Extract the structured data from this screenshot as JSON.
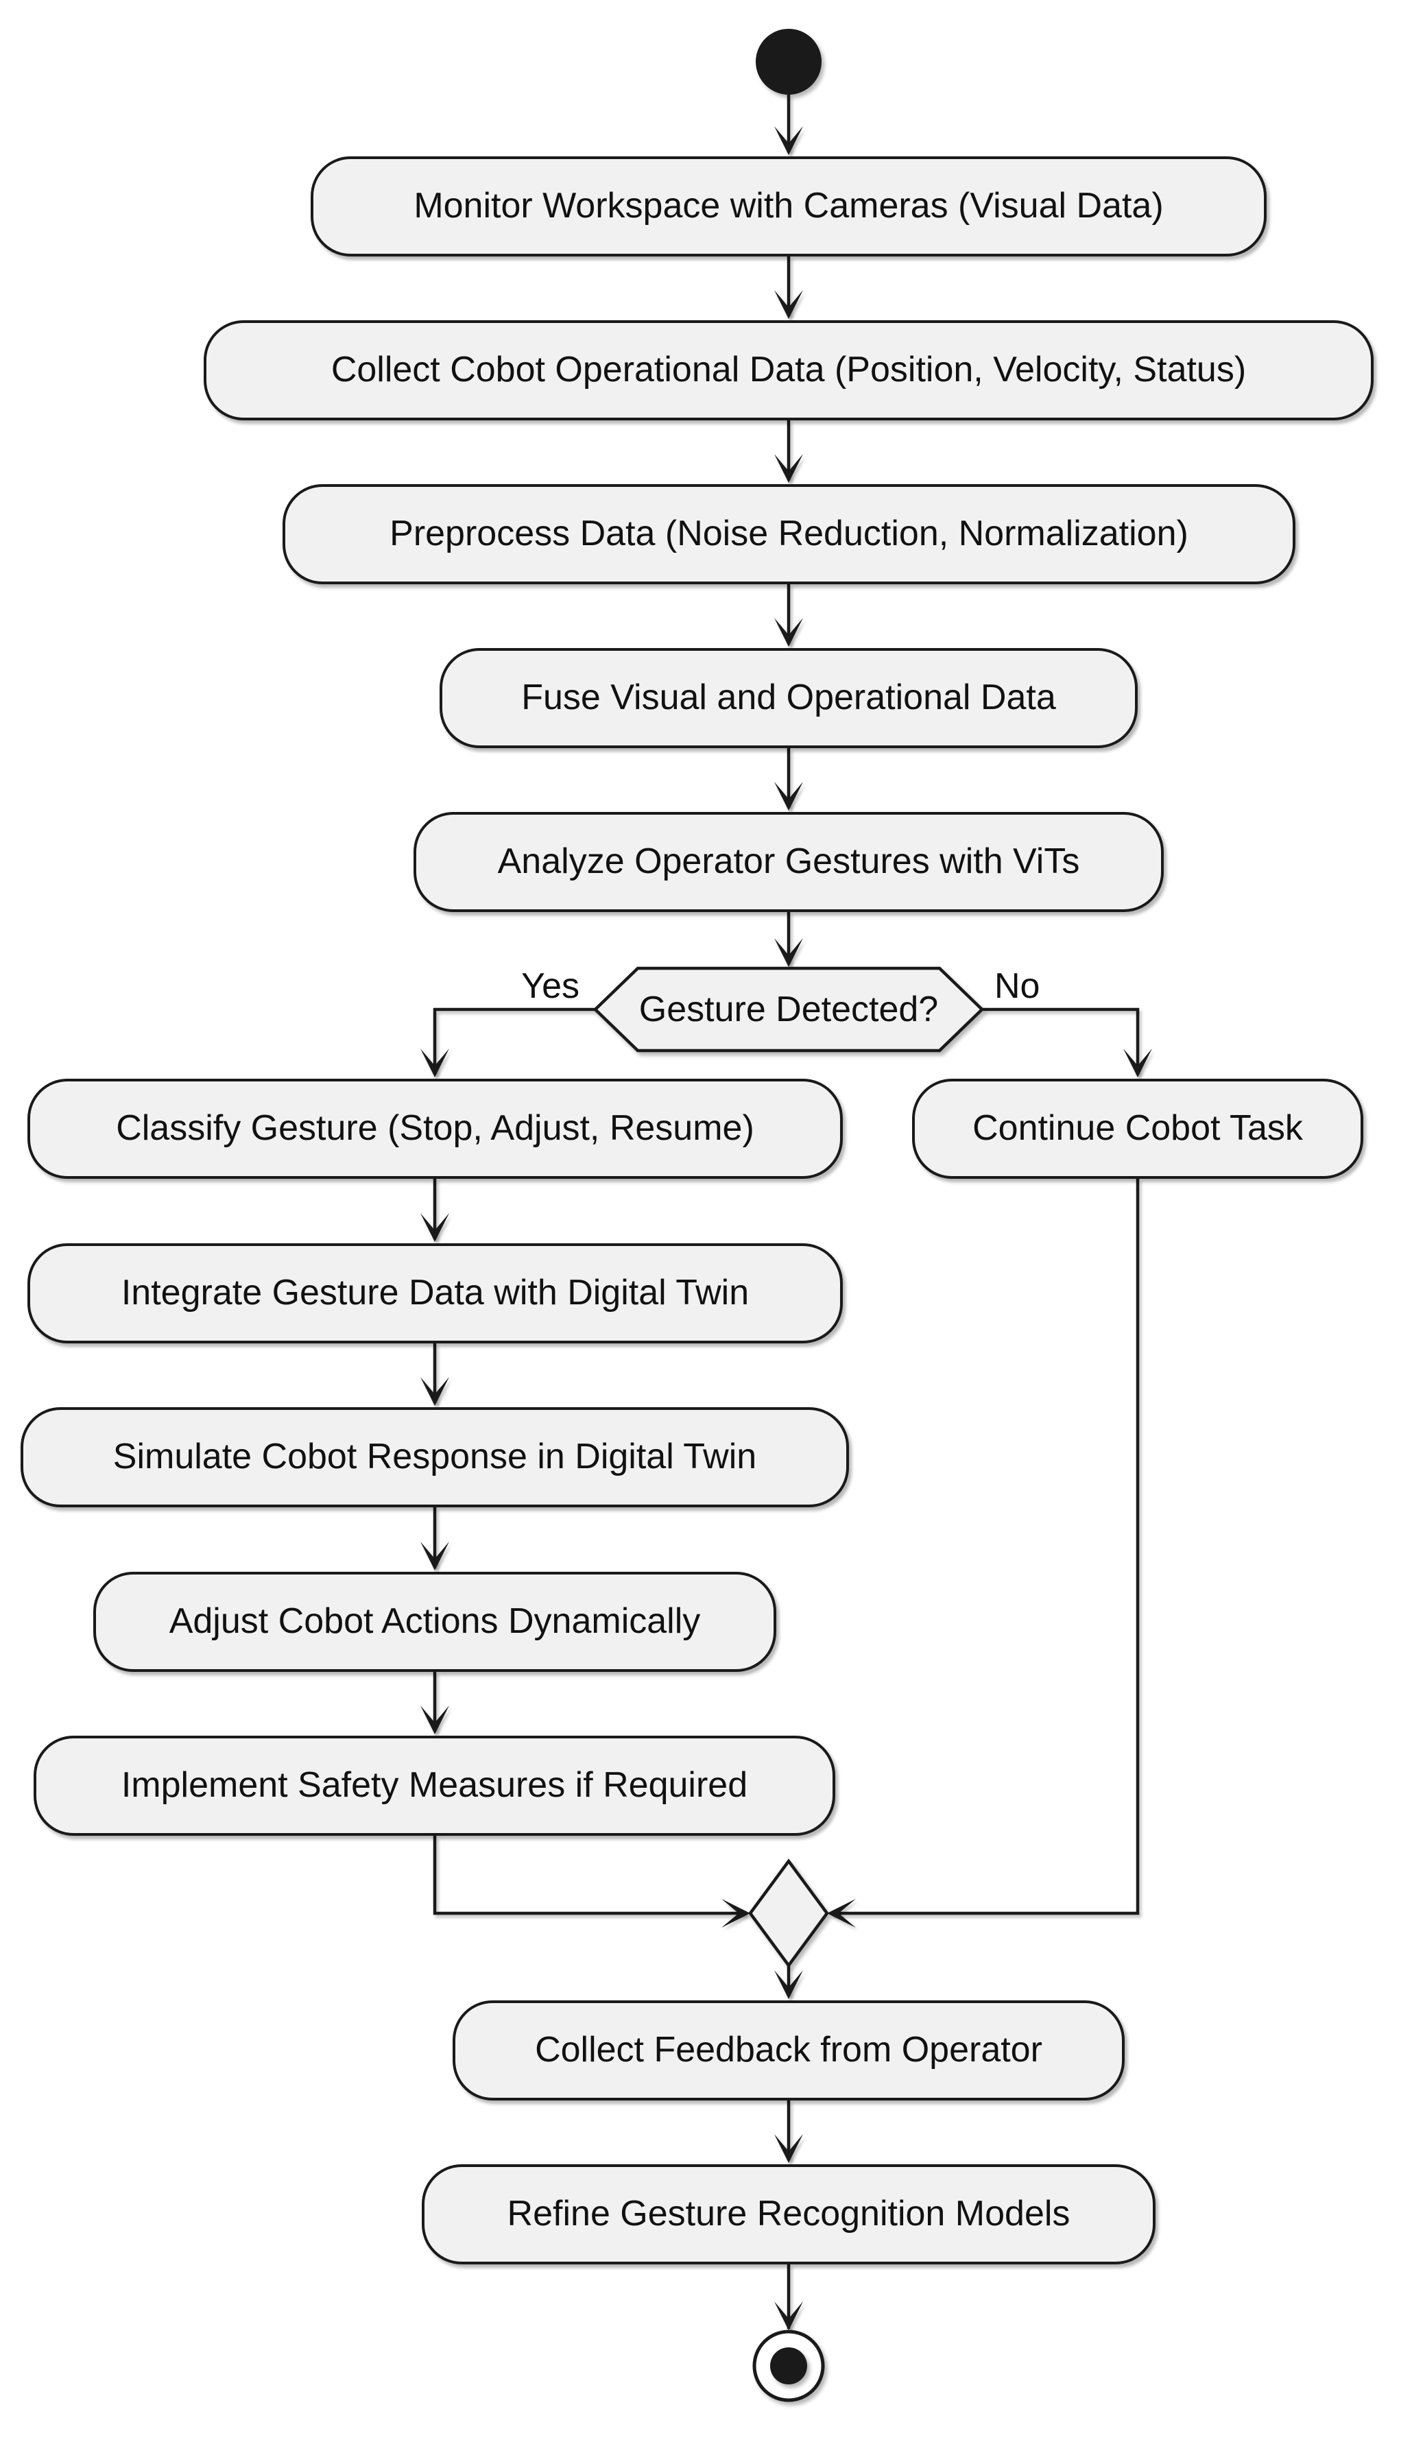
{
  "diagram_type": "activity-flowchart",
  "nodes": {
    "start": {
      "shape": "start-circle"
    },
    "monitor": {
      "label": "Monitor Workspace with Cameras (Visual Data)"
    },
    "collect": {
      "label": "Collect Cobot Operational Data (Position, Velocity, Status)"
    },
    "preprocess": {
      "label": "Preprocess Data (Noise Reduction, Normalization)"
    },
    "fuse": {
      "label": "Fuse Visual and Operational Data"
    },
    "analyze": {
      "label": "Analyze Operator Gestures with ViTs"
    },
    "decision": {
      "label": "Gesture Detected?",
      "shape": "hexagon"
    },
    "classify": {
      "label": "Classify Gesture (Stop, Adjust, Resume)",
      "branch": "yes"
    },
    "integrate": {
      "label": "Integrate Gesture Data with Digital Twin",
      "branch": "yes"
    },
    "simulate": {
      "label": "Simulate Cobot Response in Digital Twin",
      "branch": "yes"
    },
    "adjust": {
      "label": "Adjust Cobot Actions Dynamically",
      "branch": "yes"
    },
    "safety": {
      "label": "Implement Safety Measures if Required",
      "branch": "yes"
    },
    "continue": {
      "label": "Continue Cobot Task",
      "branch": "no"
    },
    "merge": {
      "shape": "merge-diamond"
    },
    "feedback": {
      "label": "Collect Feedback from Operator"
    },
    "refine": {
      "label": "Refine Gesture Recognition Models"
    },
    "end": {
      "shape": "bullseye"
    }
  },
  "branch_labels": {
    "yes": "Yes",
    "no": "No"
  },
  "colors": {
    "node-fill": "#f1f1f1",
    "node-border": "#1a1a1a",
    "edge": "#1a1a1a",
    "text": "#111111",
    "background": "#ffffff"
  }
}
